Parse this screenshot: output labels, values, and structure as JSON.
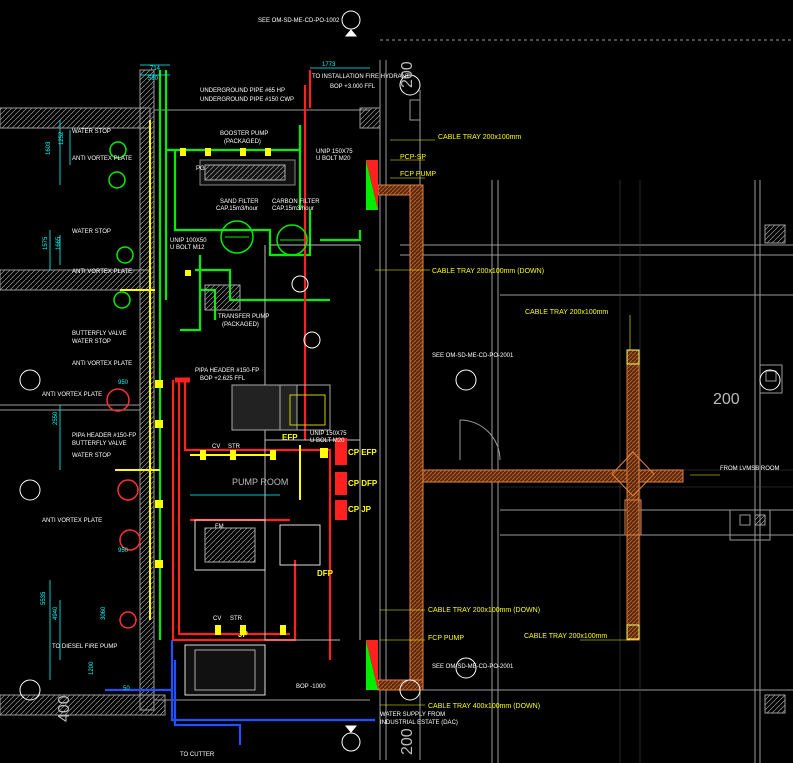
{
  "drawing": {
    "room_label": "PUMP ROOM",
    "ref_top": "SEE OM-SD-ME-CD-PO-1002",
    "ref_mid": "SEE OM-SD-ME-CD-PO-2001",
    "ref_bot": "SEE OM-SD-ME-CD-PO-2001",
    "fire_hydrant": "TO INSTALLATION FIRE HYDRANT",
    "fire_hydrant_bop": "BOP +3.000 FFL",
    "underground_1": "UNDERGROUND PIPE #65 HP",
    "underground_2": "UNDERGROUND PIPE #150 CWP",
    "booster_pump": "BOOSTER PUMP",
    "booster_pump_sub": "(PACKAGED)",
    "transfer_pump": "TRANSFER PUMP",
    "transfer_pump_sub": "(PACKAGED)",
    "sand_filter": "SAND FILTER",
    "sand_filter_cap": "CAP.15m3/hour",
    "carbon_filter": "CARBON FILTER",
    "carbon_filter_cap": "CAP.15m3/hour",
    "unip_1": "UNIP 150X75",
    "unip_1b": "U BOLT M20",
    "unip_2": "UNIP 100X50",
    "unip_2b": "U BOLT M12",
    "unip_3": "UNIP 150X75",
    "unip_3b": "U BOLT M20",
    "water_stop": "WATER STOP",
    "anti_vortex": "ANTI VORTEX PLATE",
    "butterfly_valve": "BUTTERFLY VALVE",
    "pipa_header_1": "PIPA HEADER #150-FP",
    "pipa_header_1b": "BOP +2.625 FFL",
    "pipa_header_2": "PIPA HEADER #150-FP",
    "diesel": "TO DIESEL FIRE PUMP",
    "water_supply": "WATER SUPPLY FROM",
    "water_supply_b": "INDUSTRIAL ESTATE (DAC)",
    "cutter": "TO CUTTER",
    "bop_minus": "BOP -1000",
    "tray_1": "CABLE TRAY 200x100mm",
    "tray_2": "CABLE TRAY 200x100mm (DOWN)",
    "tray_3": "CABLE TRAY 200x100mm",
    "tray_4": "CABLE TRAY 200x100mm (DOWN)",
    "tray_5": "CABLE TRAY 200x100mm",
    "tray_6": "CABLE TRAY 400x100mm (DOWN)",
    "pcp_sp": "PCP-SP",
    "fcp_pump_top": "FCP PUMP",
    "fcp_pump_bot": "FCP PUMP",
    "from_lvmsb": "FROM LVMSB ROOM",
    "efp": "EFP",
    "dfp": "DFP",
    "jp": "JP",
    "cp_efp": "CP EFP",
    "cp_dfp": "CP DFP",
    "cp_jp": "CP JP",
    "dim_200_top": "200",
    "dim_200_right": "200",
    "dim_200_bot": "200",
    "dim_1773": "1773",
    "dim_714": "714",
    "dim_560": "560",
    "dim_1603": "1603",
    "dim_1252": "1252",
    "dim_1575": "1575",
    "dim_1665": "1665",
    "dim_2550": "2550",
    "dim_950a": "950",
    "dim_950b": "950",
    "dim_5535": "5535",
    "dim_4940": "4940",
    "dim_3060": "3060",
    "dim_1200": "1200",
    "dim_400": "400",
    "dim_50": "50",
    "cv": "CV",
    "str": "STR",
    "fm": "FM",
    "pg": "PG"
  }
}
